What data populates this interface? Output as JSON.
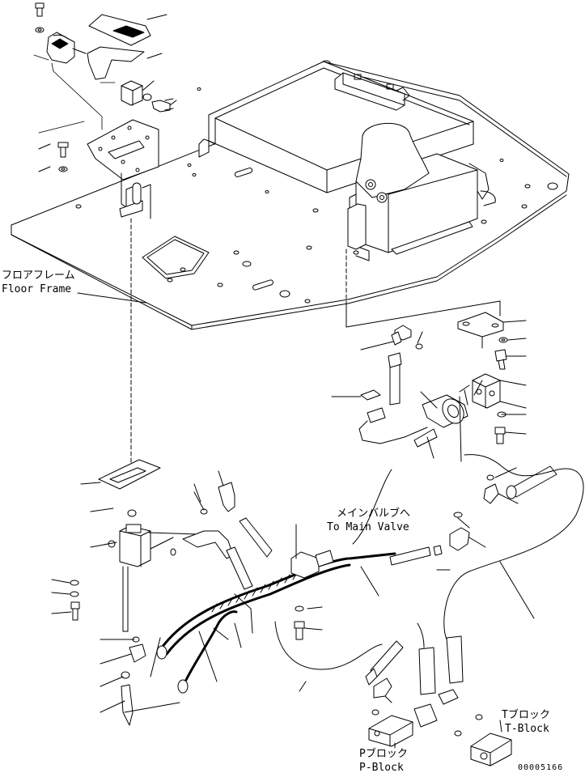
{
  "labels": {
    "floor_frame_jp": "フロアフレーム",
    "floor_frame_en": "Floor Frame",
    "main_valve_jp": "メインバルブへ",
    "main_valve_en": "To Main Valve",
    "t_block_jp": "Tブロック",
    "t_block_en": "T-Block",
    "p_block_jp": "Pブロック",
    "p_block_en": "P-Block"
  },
  "drawing_number": "00005166"
}
